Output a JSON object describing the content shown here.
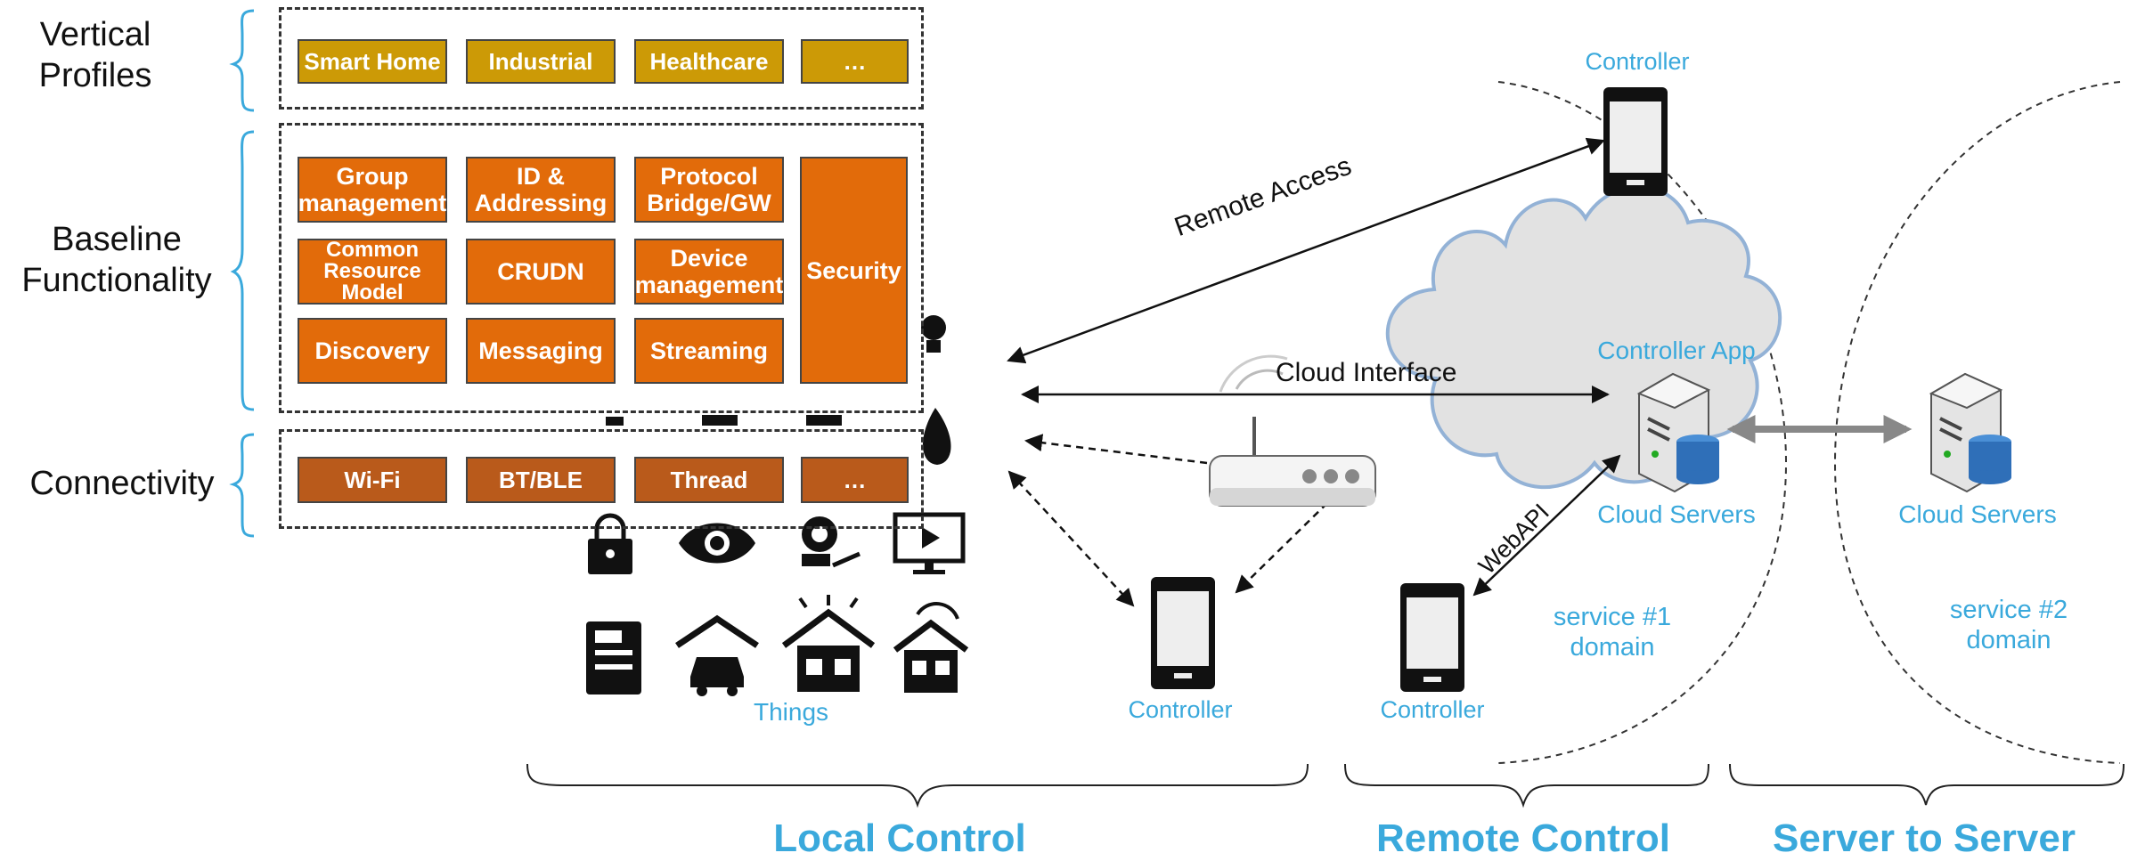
{
  "layers": {
    "vertical": {
      "label": "Vertical\nProfiles",
      "items": [
        "Smart Home",
        "Industrial",
        "Healthcare",
        "…"
      ]
    },
    "baseline": {
      "label": "Baseline\nFunctionality",
      "items": [
        "Group\nmanagement",
        "ID &\nAddressing",
        "Protocol\nBridge/GW",
        "Common\nResource\nModel",
        "CRUDN",
        "Device\nmanagement",
        "Discovery",
        "Messaging",
        "Streaming"
      ],
      "security": "Security"
    },
    "connectivity": {
      "label": "Connectivity",
      "items": [
        "Wi-Fi",
        "BT/BLE",
        "Thread",
        "…"
      ]
    }
  },
  "labels": {
    "things": "Things",
    "controller_local": "Controller",
    "controller_remote": "Controller",
    "controller_top": "Controller",
    "controller_app": "Controller App",
    "cloud_servers_1": "Cloud Servers",
    "cloud_servers_2": "Cloud Servers",
    "service1": "service #1\ndomain",
    "service2": "service #2\ndomain",
    "remote_access": "Remote Access",
    "cloud_interface": "Cloud Interface",
    "webapi": "WebAPI"
  },
  "sections": {
    "local": "Local Control",
    "remote": "Remote Control",
    "server": "Server to Server"
  },
  "icons": [
    "lock-icon",
    "eye-icon",
    "camera-icon",
    "monitor-icon",
    "printer-icon",
    "car-garage-icon",
    "smart-home-icon",
    "home-sync-icon",
    "router-icon",
    "phone-icon",
    "server-icon",
    "cloud-icon"
  ],
  "colors": {
    "accent_blue": "#3aa9dc",
    "vertical": "#cc9a06",
    "baseline": "#e26b0a",
    "connectivity": "#b95a1b"
  }
}
